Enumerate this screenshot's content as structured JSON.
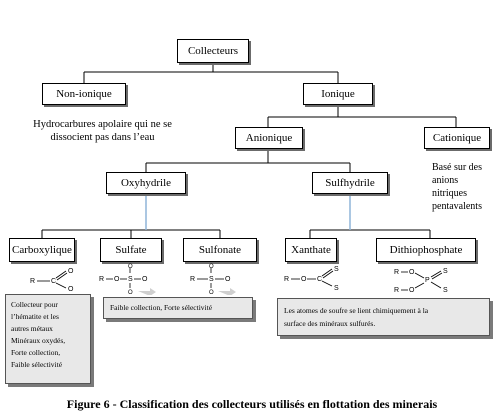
{
  "diagram": {
    "root": "Collecteurs",
    "non_ionic": "Non-ionique",
    "non_ionic_desc": [
      "Hydrocarbures apolaire qui ne se",
      "dissocient pas dans l’eau"
    ],
    "ionic": "Ionique",
    "anionic": "Anionique",
    "cationic": "Cationique",
    "cationic_desc": [
      "Basé sur des",
      "anions",
      "nitriques",
      "pentavalents"
    ],
    "oxyhydrile": "Oxyhydrile",
    "sulfhydrile": "Sulfhydrile",
    "carboxylique": "Carboxylique",
    "sulfate": "Sulfate",
    "sulfonate": "Sulfonate",
    "xanthate": "Xanthate",
    "dithiophosphate": "Dithiophosphate",
    "note_carboxylique": [
      "Collecteur pour",
      "l’hématite et les",
      "autres métaux",
      "Minéraux oxydés,",
      "Forte collection,",
      "Faible sélectivité"
    ],
    "note_sulf": "Faible collection, Forte sélectivité",
    "note_sulfhydrile": [
      "Les atomes de soufre se lient chimiquement à la",
      "surface des minéraux sulfurés."
    ],
    "caption": "Figure 6 - Classification des collecteurs utilisés en flottation des minerais"
  },
  "formula_atoms": {
    "carboxylique": [
      "R",
      "C",
      "O",
      "O"
    ],
    "sulfate": [
      "R",
      "O",
      "S",
      "O",
      "O",
      "O"
    ],
    "sulfonate": [
      "R",
      "S",
      "O",
      "O",
      "O"
    ],
    "xanthate": [
      "R",
      "O",
      "C",
      "S",
      "S"
    ],
    "dithiophosphate": [
      "R",
      "O",
      "P",
      "S",
      "S",
      "R",
      "O"
    ]
  },
  "colors": {
    "line": "#000000",
    "blue_link": "#8fb4d8"
  }
}
